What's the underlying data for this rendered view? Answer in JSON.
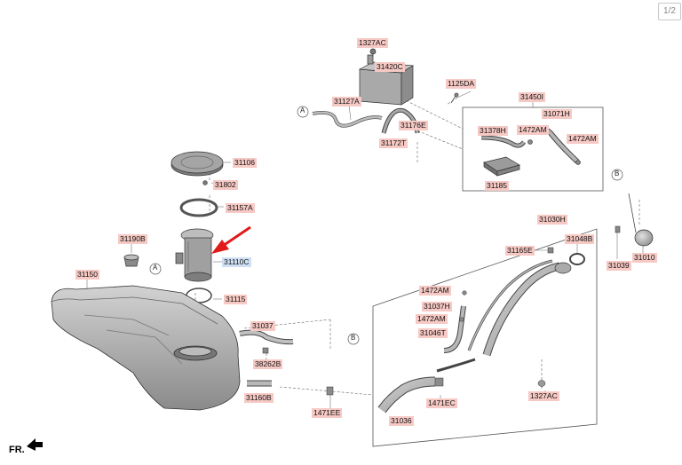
{
  "pager": "1/2",
  "direction_label": "FR.",
  "callout_a": "A",
  "callout_b": "B",
  "selected_part": "31110C",
  "parts": {
    "p1327AC_top": "1327AC",
    "p31420C": "31420C",
    "p1125DA": "1125DA",
    "p31450I": "31450I",
    "p31127A": "31127A",
    "p31071H": "31071H",
    "p31176E": "31176E",
    "p31378H": "31378H",
    "p1472AM_a": "1472AM",
    "p1472AM_b": "1472AM",
    "p31172T": "31172T",
    "p31185": "31185",
    "p31106": "31106",
    "p31802": "31802",
    "p31157A": "31157A",
    "p31030H": "31030H",
    "p31190B": "31190B",
    "p31110C": "31110C",
    "p31165E": "31165E",
    "p31048B": "31048B",
    "p31010": "31010",
    "p31039": "31039",
    "p31150": "31150",
    "p31115": "31115",
    "p1472AM_c": "1472AM",
    "p31037H": "31037H",
    "p1472AM_d": "1472AM",
    "p31037": "31037",
    "p31046T": "31046T",
    "p38262B": "38262B",
    "p31160B": "31160B",
    "p1471EE": "1471EE",
    "p1471EC": "1471EC",
    "p1327AC_bottom": "1327AC",
    "p31036": "31036"
  }
}
